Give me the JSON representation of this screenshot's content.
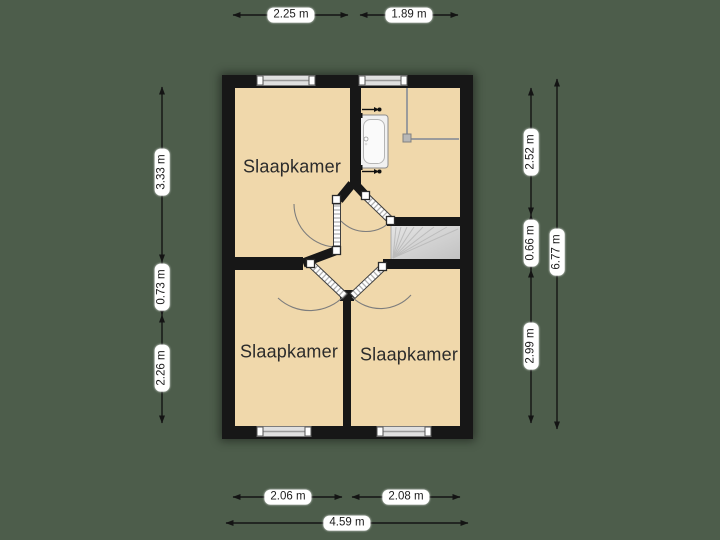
{
  "colors": {
    "background": "#4d5d4b",
    "floor": "#f0d8ab",
    "wall": "#171717",
    "stair": "#d6d6d6",
    "dim-line": "#141414",
    "label-text": "#2b2b2b"
  },
  "rooms": [
    {
      "id": "bedroom-top-left",
      "label": "Slaapkamer"
    },
    {
      "id": "bedroom-bottom-left",
      "label": "Slaapkamer"
    },
    {
      "id": "bedroom-bottom-right",
      "label": "Slaapkamer"
    }
  ],
  "icons": {
    "staircase_icon": "winder-staircase",
    "bathtub_icon": "bathtub",
    "window_icon": "window",
    "door_icon": "door-with-swing-arc",
    "partition_icon": "glass-partition"
  },
  "dimensions": {
    "top": [
      {
        "label": "2.25 m"
      },
      {
        "label": "1.89 m"
      }
    ],
    "left": [
      {
        "label": "3.33 m"
      },
      {
        "label": "0.73 m"
      },
      {
        "label": "2.26 m"
      }
    ],
    "right_inner": [
      {
        "label": "2.52 m"
      },
      {
        "label": "0.66 m"
      },
      {
        "label": "2.99 m"
      }
    ],
    "right_outer": [
      {
        "label": "6.77 m"
      }
    ],
    "bottom_inner": [
      {
        "label": "2.06 m"
      },
      {
        "label": "2.08 m"
      }
    ],
    "bottom_outer": [
      {
        "label": "4.59 m"
      }
    ]
  }
}
